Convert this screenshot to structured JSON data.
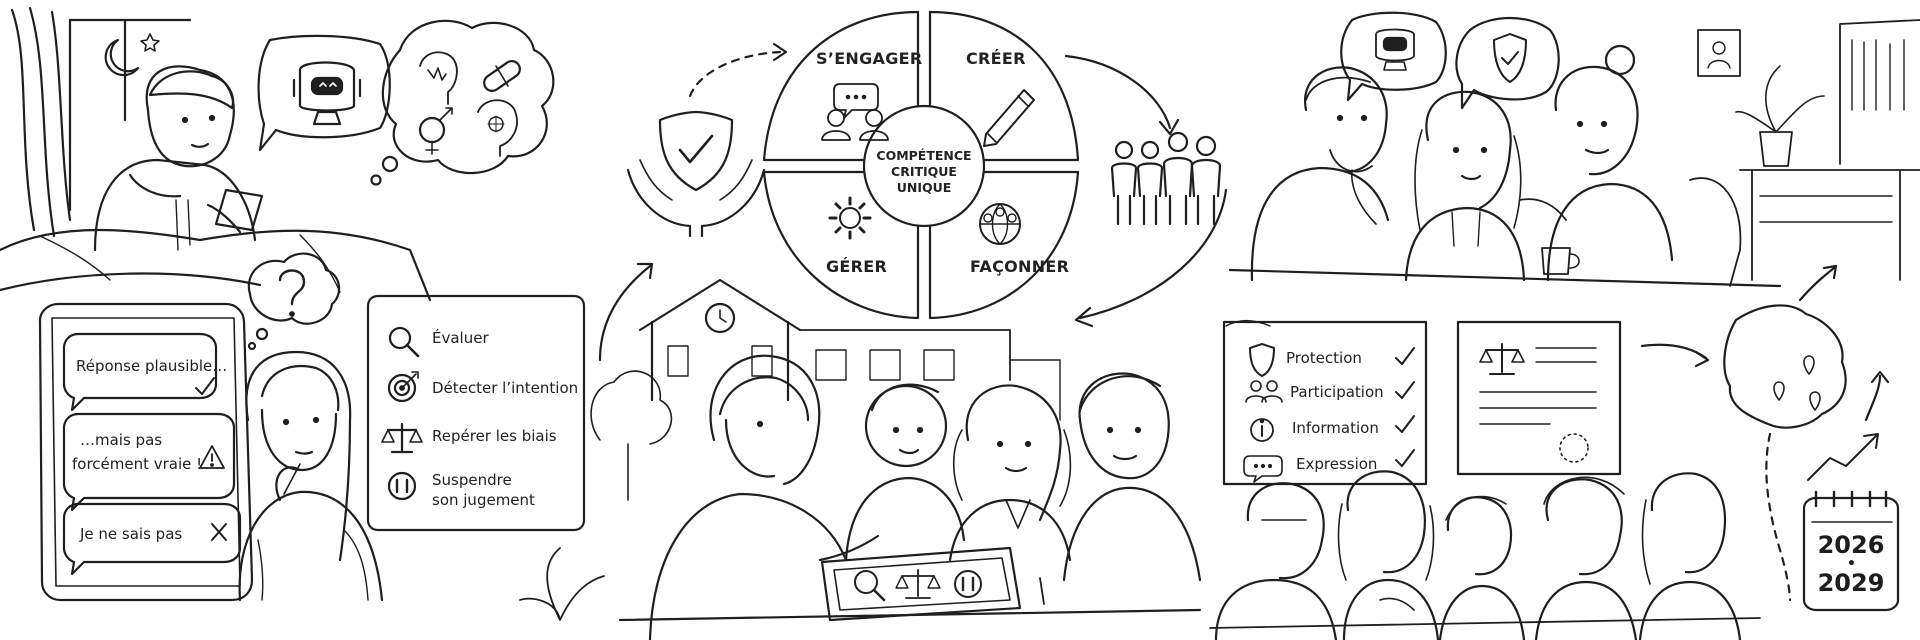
{
  "chat": {
    "msg_1": "Réponse plausible…",
    "msg_2_line1": "…mais pas",
    "msg_2_line2": "forcément vraie !",
    "msg_3": "Je ne sais pas"
  },
  "skills_panel": {
    "items": [
      {
        "icon": "magnifier-icon",
        "label_line1": "Évaluer",
        "label_line2": ""
      },
      {
        "icon": "target-icon",
        "label_line1": "Détecter l’intention",
        "label_line2": ""
      },
      {
        "icon": "scales-icon",
        "label_line1": "Repérer les biais",
        "label_line2": ""
      },
      {
        "icon": "pause-icon",
        "label_line1": "Suspendre",
        "label_line2": "son jugement"
      }
    ]
  },
  "competency_wheel": {
    "quadrants": {
      "top_left": "S’ENGAGER",
      "top_right": "CRÉER",
      "bottom_left": "GÉRER",
      "bottom_right": "FAÇONNER"
    },
    "center_lines": [
      "COMPÉTENCE",
      "CRITIQUE",
      "UNIQUE"
    ]
  },
  "rights_checklist": {
    "items": [
      {
        "icon": "shield-icon",
        "label": "Protection"
      },
      {
        "icon": "people-icon",
        "label": "Participation"
      },
      {
        "icon": "info-icon",
        "label": "Information"
      },
      {
        "icon": "speech-icon",
        "label": "Expression"
      }
    ]
  },
  "calendar": {
    "year_start": "2026",
    "year_end": "2029"
  },
  "colors": {
    "ink": "#1f1f1f",
    "paper": "#ffffff"
  }
}
